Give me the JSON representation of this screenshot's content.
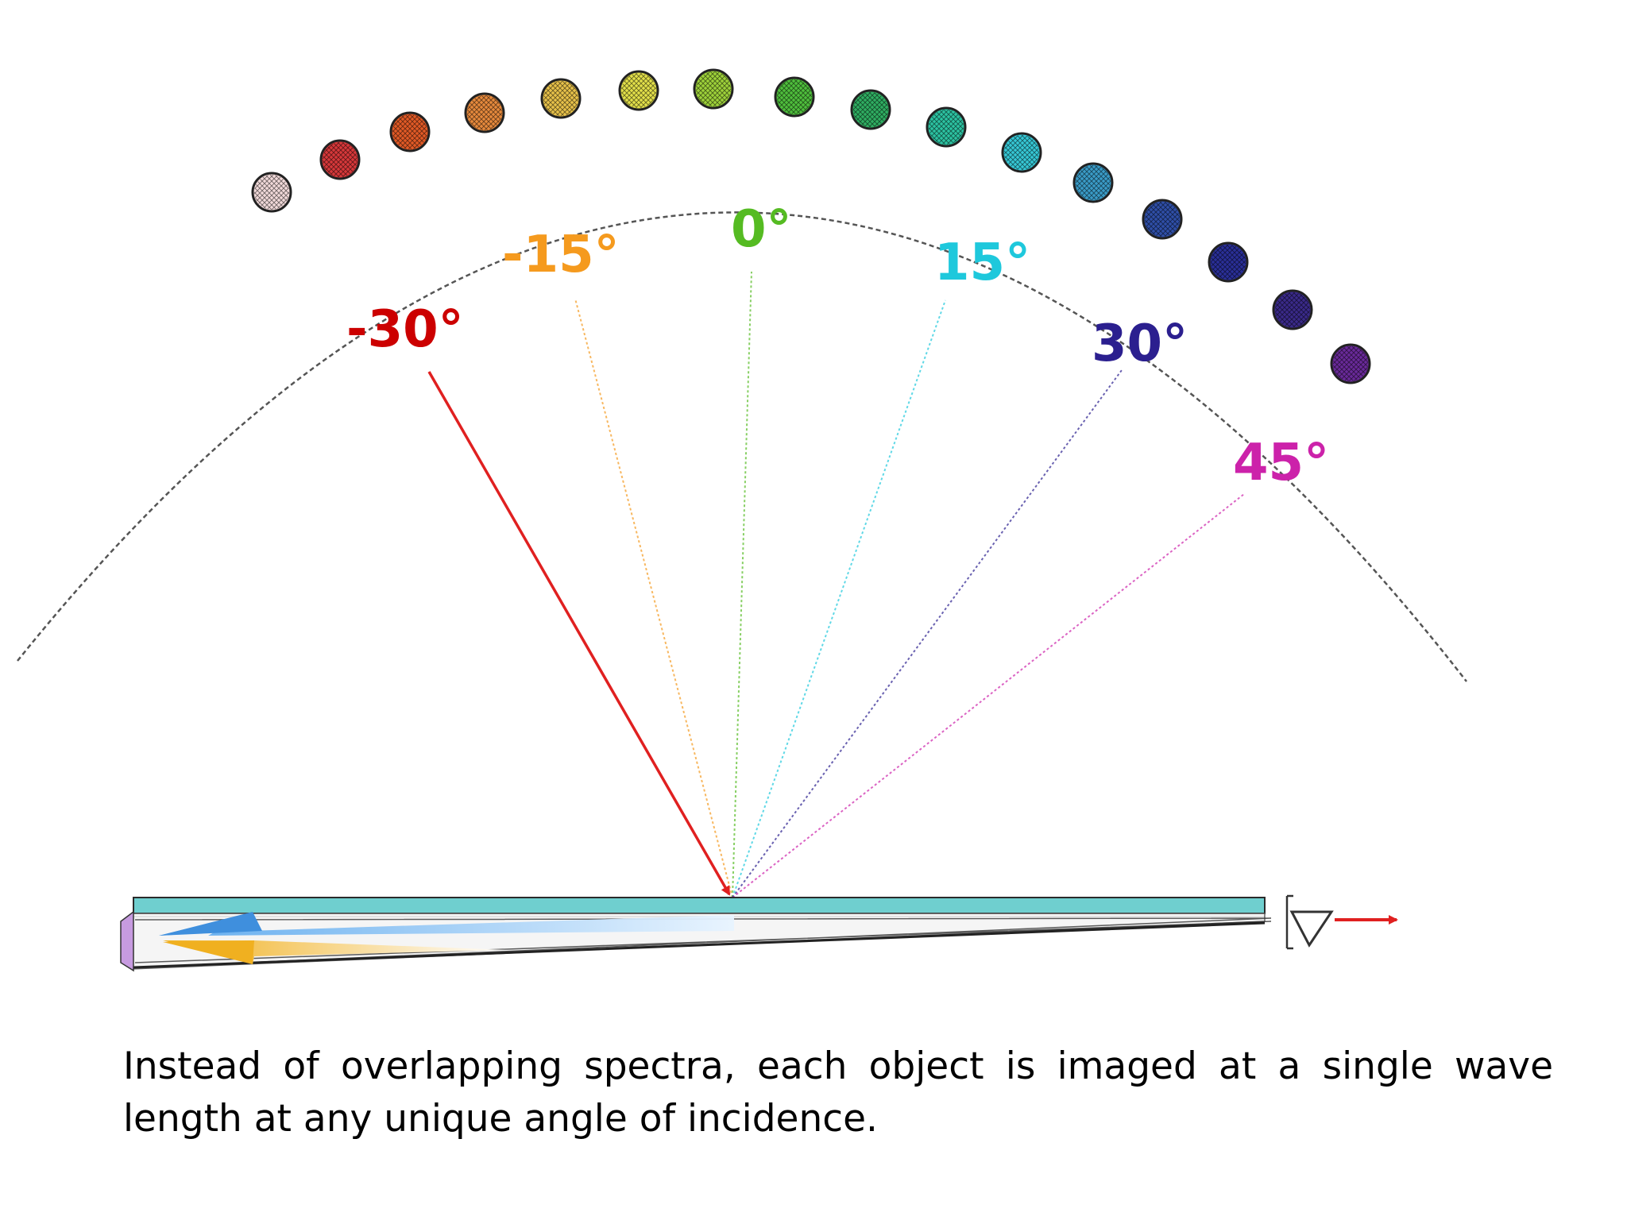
{
  "caption": "Instead of overlapping spectra, each object is imaged at a single wave length at any unique angle of incidence.",
  "angles": [
    {
      "label": "-30°",
      "value": -30,
      "color": "#cc0000"
    },
    {
      "label": "-15°",
      "value": -15,
      "color": "#f59a1e"
    },
    {
      "label": "0°",
      "value": 0,
      "color": "#55bb22"
    },
    {
      "label": "15°",
      "value": 15,
      "color": "#1ec8dc"
    },
    {
      "label": "30°",
      "value": 30,
      "color": "#2b1f8f"
    },
    {
      "label": "45°",
      "value": 45,
      "color": "#cc22aa"
    }
  ],
  "object_colors": [
    "#f2dada",
    "#d8383a",
    "#e25a26",
    "#e78a3c",
    "#e8c24a",
    "#e3e04a",
    "#9ed23a",
    "#4fbf3c",
    "#2fae62",
    "#2cc3a2",
    "#36c8d6",
    "#3a9cc8",
    "#2f4fa8",
    "#2a2f98",
    "#3a2a8a",
    "#6a2a9a"
  ],
  "incident_ray_color": "#e02020",
  "output_arrow_color": "#e02020",
  "waveguide_color": "#6fcfcf"
}
